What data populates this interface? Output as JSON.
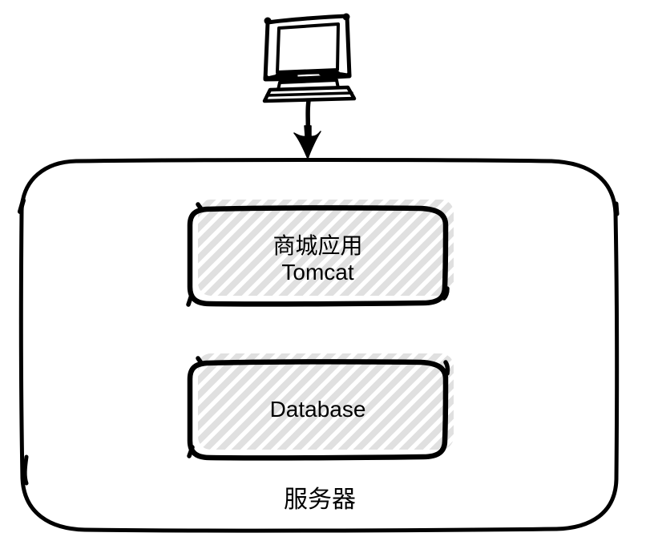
{
  "diagram": {
    "client": {
      "icon": "desktop-computer-icon"
    },
    "connector": {
      "icon": "arrow-down-icon"
    },
    "server": {
      "label": "服务器"
    },
    "nodes": {
      "app": {
        "line1": "商城应用",
        "line2": "Tomcat"
      },
      "database": {
        "label": "Database"
      }
    },
    "colors": {
      "stroke": "#000000",
      "hatch": "#e0e0e0",
      "background": "#ffffff"
    }
  }
}
